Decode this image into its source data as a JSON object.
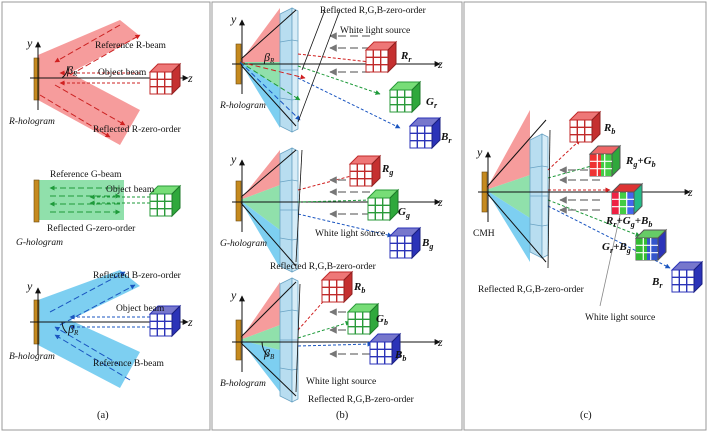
{
  "colors": {
    "red": "#f06a6a",
    "green": "#5fd38a",
    "blue": "#5fbfea",
    "cube_red": "#d23838",
    "cube_green": "#2fa83c",
    "cube_blue": "#2b33b8",
    "holo": "#c58a1f",
    "lens": "#9fd0ea"
  },
  "panel_a": {
    "caption": "(a)",
    "r": {
      "axis_y": "y",
      "axis_z": "z",
      "angle_sym": "β",
      "angle_sub": "R",
      "ref": "Reference R-beam",
      "obj": "Object beam",
      "refl": "Reflected R-zero-order",
      "holo": "R-hologram"
    },
    "g": {
      "ref": "Reference G-beam",
      "obj": "Object beam",
      "refl": "Reflected G-zero-order",
      "holo": "G-hologram"
    },
    "b": {
      "axis_y": "y",
      "axis_z": "z",
      "angle_sym": "β",
      "angle_sub": "R",
      "refl": "Reflected B-zero-order",
      "obj": "Object beam",
      "ref": "Reference B-beam",
      "holo": "B-hologram"
    }
  },
  "panel_b": {
    "caption": "(b)",
    "axis_y": "y",
    "axis_z": "z",
    "r": {
      "refl": "Reflected R,G,B-zero-order",
      "wls": "White light source",
      "angle_sym": "β",
      "angle_sub": "R",
      "holo": "R-hologram",
      "images": [
        {
          "l": "R",
          "s": "r"
        },
        {
          "l": "G",
          "s": "r"
        },
        {
          "l": "B",
          "s": "r"
        }
      ]
    },
    "g": {
      "holo": "G-hologram",
      "wls": "White light source",
      "refl": "Reflected R,G,B-zero-order",
      "images": [
        {
          "l": "R",
          "s": "g"
        },
        {
          "l": "G",
          "s": "g"
        },
        {
          "l": "B",
          "s": "g"
        }
      ]
    },
    "b": {
      "angle_sym": "β",
      "angle_sub": "B",
      "holo": "B-hologram",
      "wls": "White light source",
      "refl": "Reflected R,G,B-zero-order",
      "images": [
        {
          "l": "R",
          "s": "b"
        },
        {
          "l": "G",
          "s": "b"
        },
        {
          "l": "B",
          "s": "b"
        }
      ]
    }
  },
  "panel_c": {
    "caption": "(c)",
    "axis_y": "y",
    "axis_z": "z",
    "holo": "CMH",
    "refl": "Reflected R,G,B-zero-order",
    "wls": "White light source",
    "labels": {
      "rb_l": "R",
      "rb_s": "b",
      "rg_gb_1": "R",
      "rg_gb_1s": "g",
      "rg_gb_2": "G",
      "rg_gb_2s": "b",
      "all_1": "R",
      "all_1s": "r",
      "all_2": "G",
      "all_2s": "g",
      "all_3": "B",
      "all_3s": "b",
      "gr_bg_1": "G",
      "gr_bg_1s": "r",
      "gr_bg_2": "B",
      "gr_bg_2s": "g",
      "br_l": "B",
      "br_s": "r",
      "plus": "+"
    }
  }
}
